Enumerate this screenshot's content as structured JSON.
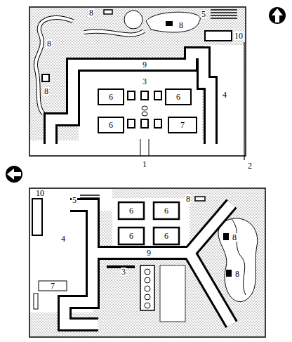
{
  "diagram": {
    "labels": [
      "8",
      "5",
      "8",
      "8",
      "10",
      "4",
      "9",
      "3",
      "6",
      "6",
      "8",
      "6",
      "7",
      "1",
      "2",
      "10",
      "5",
      "8",
      "6",
      "6",
      "4",
      "8",
      "6",
      "6",
      "9",
      "7",
      "3",
      "8"
    ]
  }
}
